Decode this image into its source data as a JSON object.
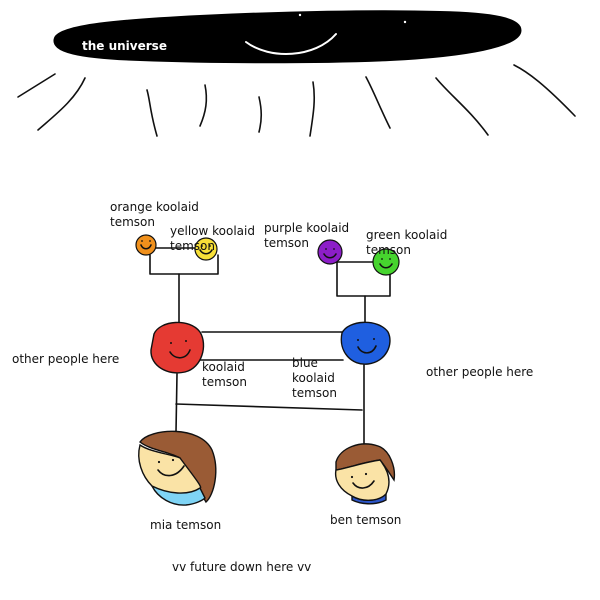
{
  "universe": {
    "label": "the universe",
    "fill": "#000000"
  },
  "family": {
    "orange": {
      "label": "orange koolaid\ntemson",
      "color": "#f0901c"
    },
    "yellow": {
      "label": "yellow koolaid\ntemson",
      "color": "#f7e038"
    },
    "purple": {
      "label": "purple koolaid\ntemson",
      "color": "#8c1ec8"
    },
    "green": {
      "label": "green koolaid\ntemson",
      "color": "#46d42e"
    },
    "koolaid": {
      "label": "koolaid\ntemson",
      "color": "#e53a33"
    },
    "blue": {
      "label": "blue\nkoolaid\ntemson",
      "color": "#1f5fe0"
    },
    "mia": {
      "label": "mia temson",
      "skin": "#fae3a6",
      "hair": "#9a5b35",
      "shirt": "#7fd4f5"
    },
    "ben": {
      "label": "ben temson",
      "skin": "#fae3a6",
      "hair": "#9a5b35",
      "shirt": "#2b55c8"
    }
  },
  "notes": {
    "left": "other people here",
    "right": "other people here",
    "bottom": "vv future down here vv"
  }
}
